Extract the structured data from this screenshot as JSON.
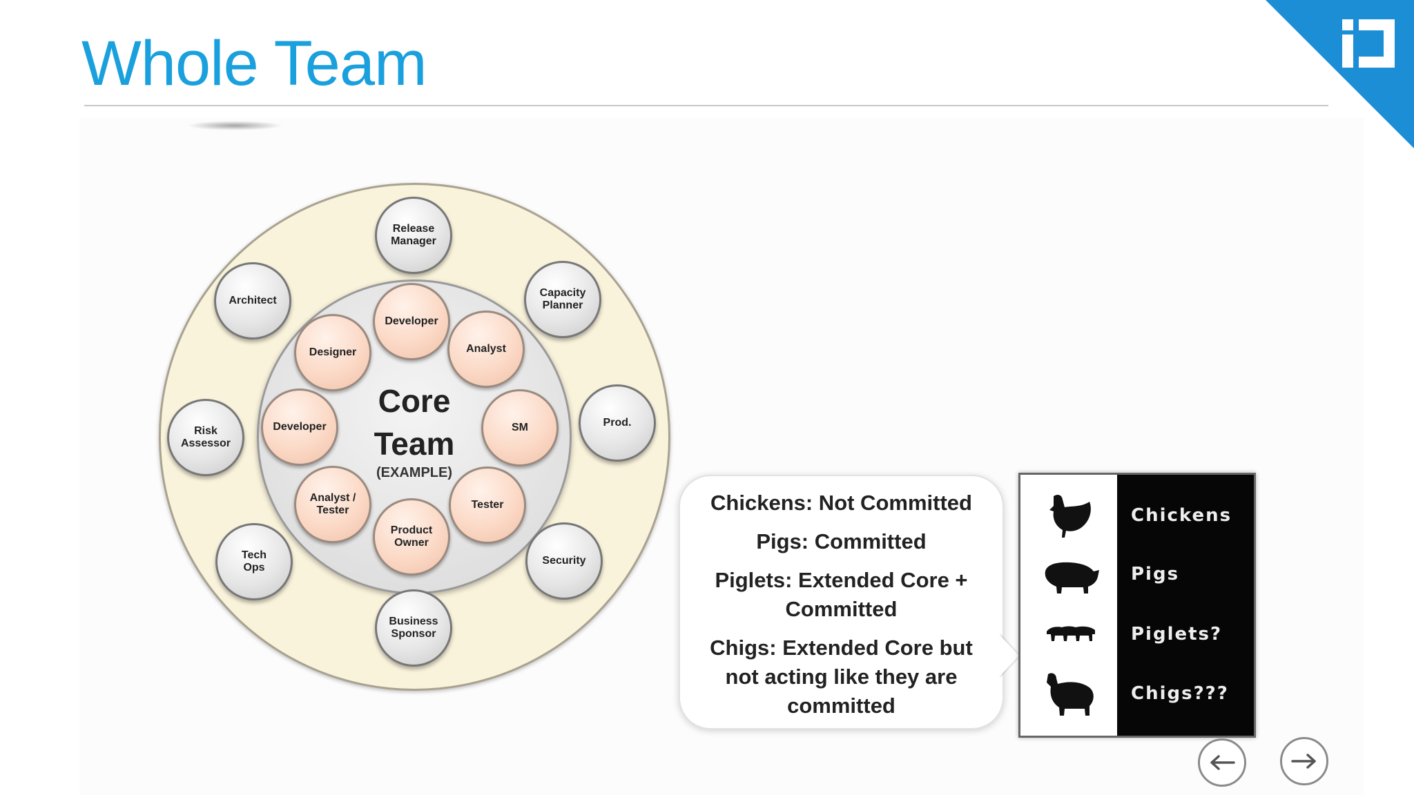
{
  "slide": {
    "title": "Whole Team"
  },
  "diagram": {
    "core_title": "Core\nTeam",
    "core_subtitle": "(EXAMPLE)",
    "outer_roles": [
      "Release\nManager",
      "Capacity\nPlanner",
      "Prod.",
      "Security",
      "Business\nSponsor",
      "Tech\nOps",
      "Risk\nAssessor",
      "Architect"
    ],
    "core_roles": [
      "Developer",
      "Analyst",
      "SM",
      "Tester",
      "Product\nOwner",
      "Analyst /\nTester",
      "Developer",
      "Designer"
    ]
  },
  "callout": {
    "lines": [
      "Chickens: Not Committed",
      "Pigs: Committed",
      "Piglets: Extended Core + Committed",
      "Chigs: Extended Core but not acting like they are committed"
    ]
  },
  "animals": {
    "items": [
      {
        "label": "Chickens",
        "icon": "chicken-icon"
      },
      {
        "label": "Pigs",
        "icon": "pig-icon"
      },
      {
        "label": "Piglets?",
        "icon": "piglets-icon"
      },
      {
        "label": "Chigs???",
        "icon": "chig-icon"
      }
    ]
  },
  "navigation": {
    "prev_icon": "arrow-left-icon",
    "next_icon": "arrow-right-icon"
  },
  "colors": {
    "title": "#1aa0dd",
    "corner_badge": "#1c8ed6",
    "core_bubble": "#fbd9c6",
    "outer_ring": "#faf3dc"
  }
}
